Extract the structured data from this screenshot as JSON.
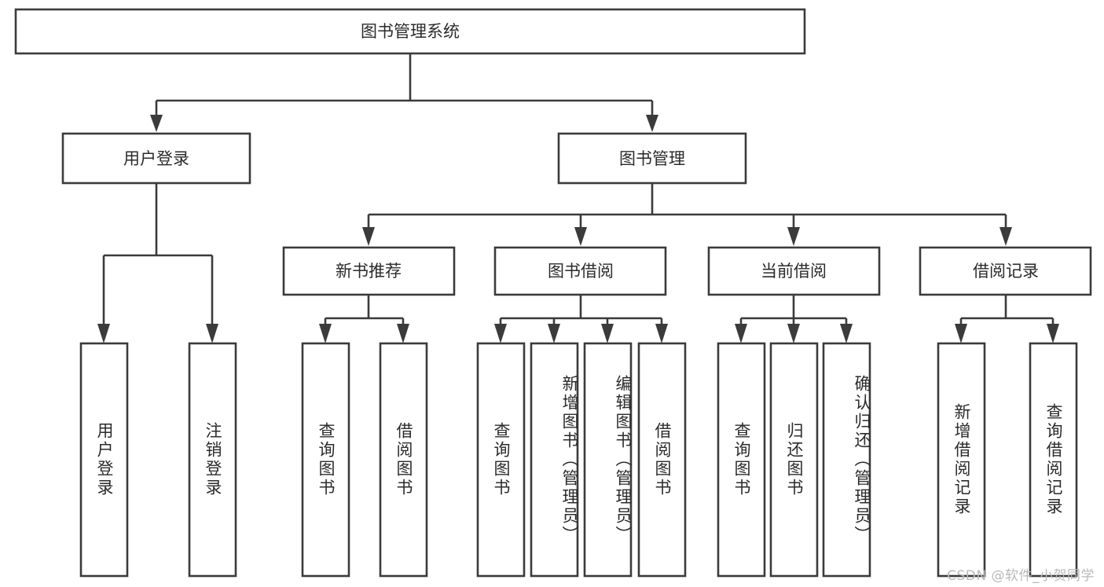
{
  "diagram": {
    "title": "图书管理系统",
    "watermark": "CSDN @软件_小贺同学",
    "colors": {
      "stroke": "#3b3b3b",
      "box_fill": "#ffffff",
      "text": "#2b2b2b",
      "background": "#ffffff",
      "watermark": "#b9b9b9"
    },
    "root": {
      "label": "图书管理系统"
    },
    "level2": [
      {
        "label": "用户登录"
      },
      {
        "label": "图书管理"
      }
    ],
    "level3": [
      {
        "label": "新书推荐"
      },
      {
        "label": "图书借阅"
      },
      {
        "label": "当前借阅"
      },
      {
        "label": "借阅记录"
      }
    ],
    "leaves": {
      "user_login": [
        {
          "label": "用户登录"
        },
        {
          "label": "注销登录"
        }
      ],
      "new_book_recommend": [
        {
          "label": "查询图书"
        },
        {
          "label": "借阅图书"
        }
      ],
      "book_borrow": [
        {
          "label": "查询图书"
        },
        {
          "label": "新增图书（管理员）"
        },
        {
          "label": "编辑图书（管理员）"
        },
        {
          "label": "借阅图书"
        }
      ],
      "current_borrow": [
        {
          "label": "查询图书"
        },
        {
          "label": "归还图书"
        },
        {
          "label": "确认归还（管理员）"
        }
      ],
      "borrow_records": [
        {
          "label": "新增借阅记录"
        },
        {
          "label": "查询借阅记录"
        }
      ]
    }
  }
}
